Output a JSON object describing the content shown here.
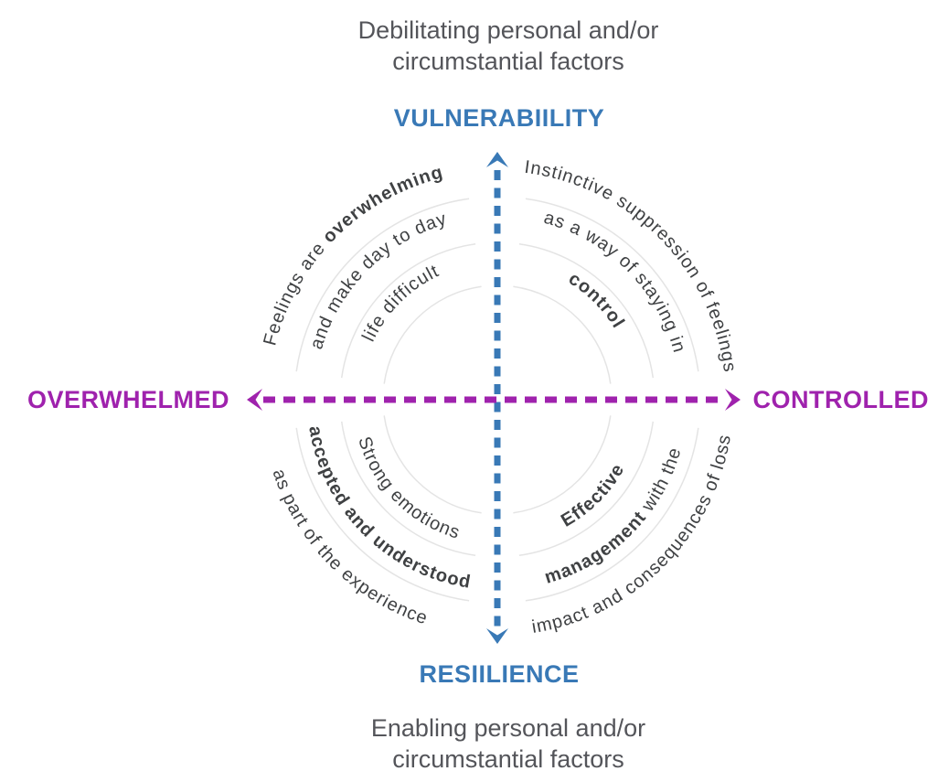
{
  "colors": {
    "axis_blue": "#3979B6",
    "axis_purple": "#9F22AD",
    "title_gray": "#54555A",
    "arc_text_gray": "#3F4143",
    "arc_line_gray": "#E4E4E4"
  },
  "titles": {
    "top_line1": "Debilitating personal and/or",
    "top_line2": "circumstantial factors",
    "bottom_line1": "Enabling personal and/or",
    "bottom_line2": "circumstantial factors"
  },
  "axes": {
    "vertical": {
      "top_label": "VULNERABIILITY",
      "bottom_label": "RESIILIENCE"
    },
    "horizontal": {
      "left_label": "OVERWHELMED",
      "right_label": "CONTROLLED"
    }
  },
  "quadrants": {
    "top_left": {
      "outer": [
        {
          "t": "Feelings are ",
          "b": false
        },
        {
          "t": "overwhelming",
          "b": true
        }
      ],
      "middle": [
        {
          "t": "and make day to day",
          "b": false
        }
      ],
      "inner": [
        {
          "t": "life difficult",
          "b": false
        }
      ]
    },
    "top_right": {
      "outer": [
        {
          "t": "Instinctive suppression of feelings",
          "b": false
        }
      ],
      "middle": [
        {
          "t": "as a way of staying in",
          "b": false
        }
      ],
      "inner": [
        {
          "t": "control",
          "b": true
        }
      ]
    },
    "bottom_left": {
      "outer": [
        {
          "t": "as part of the experience",
          "b": false
        }
      ],
      "middle": [
        {
          "t": "accepted and understood",
          "b": true
        }
      ],
      "inner": [
        {
          "t": "Strong emotions",
          "b": false
        }
      ]
    },
    "bottom_right": {
      "outer": [
        {
          "t": "impact and consequences of loss",
          "b": false
        }
      ],
      "middle": [
        {
          "t": "management",
          "b": true
        },
        {
          "t": " with the",
          "b": false
        }
      ],
      "inner": [
        {
          "t": "Effective",
          "b": true
        }
      ]
    }
  }
}
